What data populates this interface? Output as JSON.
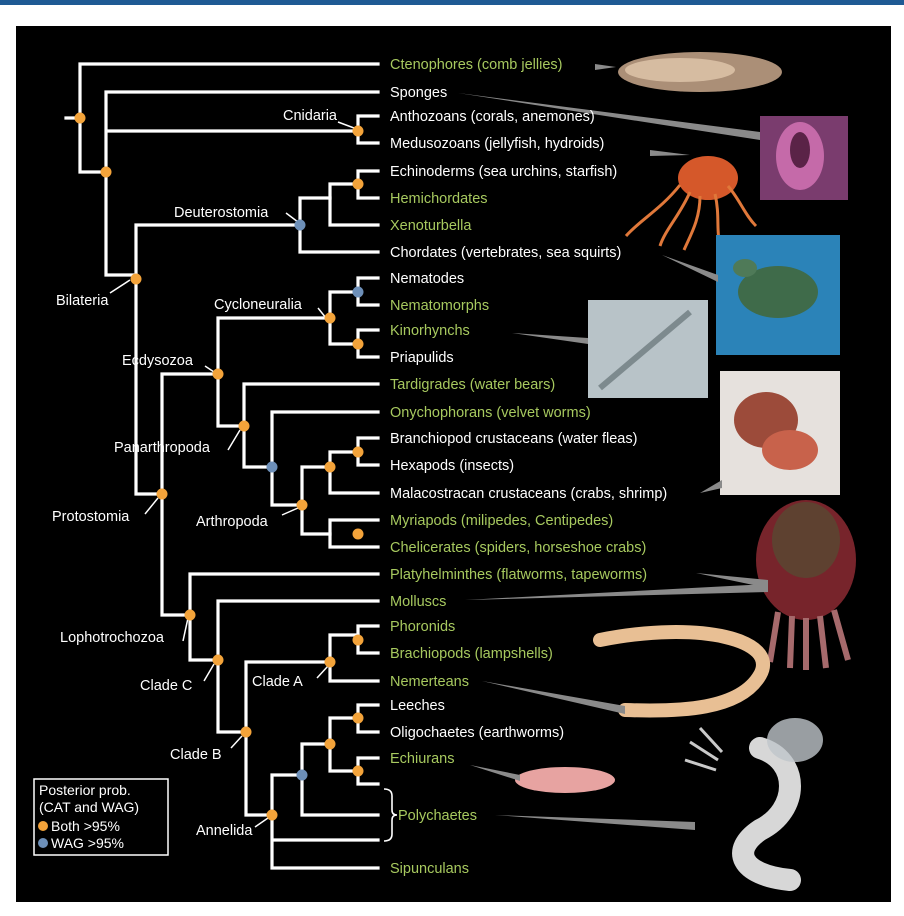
{
  "colors": {
    "background": "#000000",
    "branch": "#ffffff",
    "both_node": "#f3a33a",
    "wag_node": "#6d8fb8",
    "highlight_text": "#a7c95f",
    "frame": "#1f5a94"
  },
  "taxa": [
    "Ctenophores (comb jellies)",
    "Sponges",
    "Anthozoans (corals, anemones)",
    "Medusozoans (jellyfish, hydroids)",
    "Echinoderms (sea urchins, starfish)",
    "Hemichordates",
    "Xenoturbella",
    "Chordates (vertebrates, sea squirts)",
    "Nematodes",
    "Nematomorphs",
    "Kinorhynchs",
    "Priapulids",
    "Tardigrades (water bears)",
    "Onychophorans (velvet worms)",
    "Branchiopod crustaceans (water fleas)",
    "Hexapods (insects)",
    "Malacostracan crustaceans (crabs, shrimp)",
    "Myriapods (milipedes, Centipedes)",
    "Chelicerates (spiders, horseshoe crabs)",
    "Platyhelminthes (flatworms, tapeworms)",
    "Molluscs",
    "Phoronids",
    "Brachiopods (lampshells)",
    "Nemerteans",
    "Leeches",
    "Oligochaetes (earthworms)",
    "Echiurans",
    "Polychaetes",
    "Sipunculans"
  ],
  "clades": {
    "cnidaria": "Cnidaria",
    "deuterostomia": "Deuterostomia",
    "bilateria": "Bilateria",
    "cycloneuralia": "Cycloneuralia",
    "ecdysozoa": "Ecdysozoa",
    "panarthropoda": "Panarthropoda",
    "arthropoda": "Arthropoda",
    "protostomia": "Protostomia",
    "lophotrochozoa": "Lophotrochozoa",
    "clade_c": "Clade C",
    "clade_a": "Clade A",
    "clade_b": "Clade B",
    "annelida": "Annelida"
  },
  "legend": {
    "title_1": "Posterior prob.",
    "title_2": "(CAT and WAG)",
    "both": "Both >95%",
    "wag": "WAG >95%"
  }
}
